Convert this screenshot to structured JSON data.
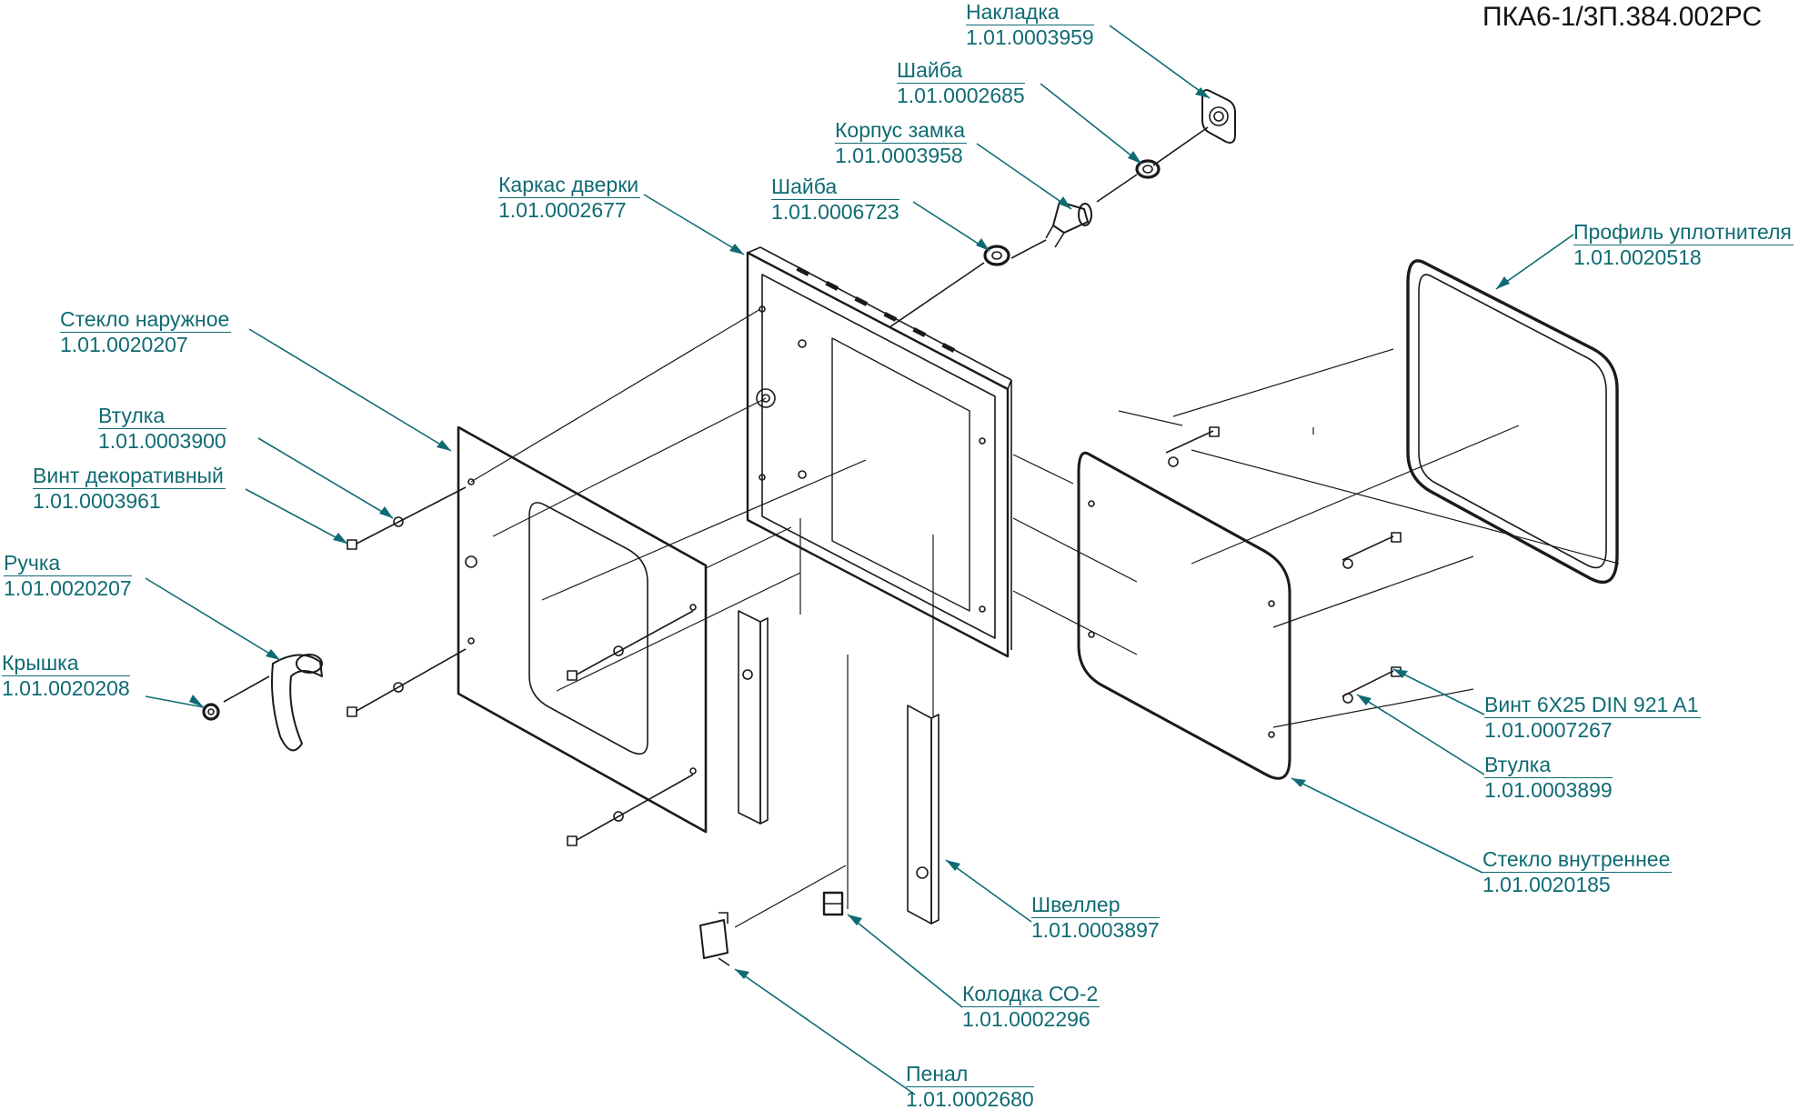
{
  "document_code": "ПКА6-1/3П.384.002РС",
  "colors": {
    "callout": "#0f6b73",
    "drawing": "#1a1a1a"
  },
  "callouts": {
    "nakladka": {
      "name": "Накладка",
      "code": "1.01.0003959"
    },
    "shaiba_top": {
      "name": "Шайба",
      "code": "1.01.0002685"
    },
    "korpus_zamka": {
      "name": "Корпус замка",
      "code": "1.01.0003958"
    },
    "karkas_dverki": {
      "name": "Каркас дверки",
      "code": "1.01.0002677"
    },
    "shaiba_mid": {
      "name": "Шайба",
      "code": "1.01.0006723"
    },
    "profil": {
      "name": "Профиль уплотнителя",
      "code": "1.01.0020518"
    },
    "steklo_naruzh": {
      "name": "Стекло наружное",
      "code": "1.01.0020207"
    },
    "vtulka_left": {
      "name": "Втулка",
      "code": "1.01.0003900"
    },
    "vint_dekor": {
      "name": "Винт декоративный",
      "code": "1.01.0003961"
    },
    "ruchka": {
      "name": "Ручка",
      "code": "1.01.0020207"
    },
    "kryshka": {
      "name": "Крышка",
      "code": "1.01.0020208"
    },
    "vint_din": {
      "name": "Винт 6X25 DIN 921 A1",
      "code": "1.01.0007267"
    },
    "vtulka_right": {
      "name": "Втулка",
      "code": "1.01.0003899"
    },
    "steklo_vnutr": {
      "name": "Стекло внутреннее",
      "code": "1.01.0020185"
    },
    "shveller": {
      "name": "Швеллер",
      "code": "1.01.0003897"
    },
    "kolodka": {
      "name": "Колодка СО-2",
      "code": "1.01.0002296"
    },
    "penal": {
      "name": "Пенал",
      "code": "1.01.0002680"
    }
  }
}
